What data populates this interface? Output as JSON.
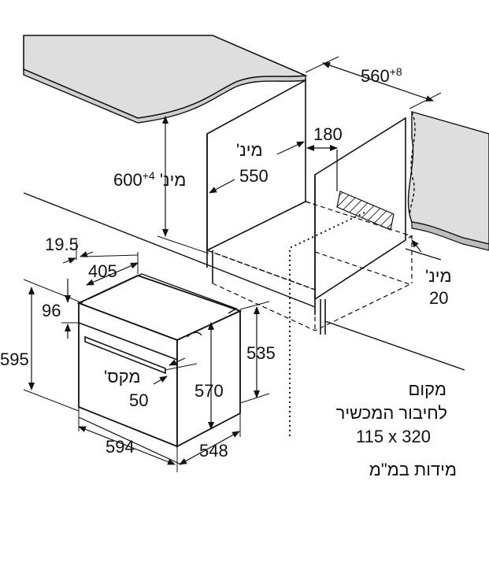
{
  "dimensions": {
    "depth": {
      "value": "560",
      "tolerance": "+8"
    },
    "depth_min": {
      "label": "מינ'",
      "value": "550"
    },
    "height": {
      "value": "600",
      "tolerance": "+4",
      "suffix": "מינ'"
    },
    "ventilation_gap": "180",
    "gap_min": {
      "label": "מינ'",
      "value": "20"
    },
    "top_offset": "19.5",
    "top_depth": "405",
    "panel_height": "96",
    "total_height": "595",
    "handle_max": {
      "label": "מקס'",
      "value": "50"
    },
    "body_height": "535",
    "inner_height": "570",
    "width": "594",
    "total_depth": "548"
  },
  "connection_area": {
    "line1": "מקום",
    "line2": "לחיבור המכשיר",
    "line3": "115 x 320"
  },
  "units_note": "מידות במ\"מ",
  "colors": {
    "line": "#111111",
    "counter_fill": "#dedede",
    "hatch": "#333333"
  }
}
